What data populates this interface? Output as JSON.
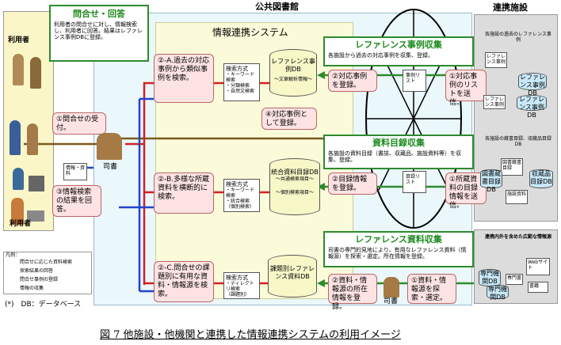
{
  "section_titles": {
    "user": "利用者",
    "library": "公共図書館",
    "partners": "連携施設",
    "system": "情報連携システム"
  },
  "inquiry_box": {
    "title": "問合せ・回答",
    "body": "利用者の問合せに対し、情報検索し、利用者に回答。結果はレファレンス事例DBに登録。"
  },
  "steps": {
    "s1": "①問合せの受付。",
    "s2a": "②-A.過去の対応事例から類似事例を検索。",
    "s2b": "②-B.多様な所蔵資料を横断的に検索。",
    "s2c": "②-C.問合せの課題別に有用な資料・情報源を検索。",
    "s3": "③情報検索の結果を回答。",
    "s4": "④対応事例として登録。"
  },
  "search_a": {
    "title": "検索方式",
    "items": [
      "・キーワード検索",
      "・分類検索",
      "・自然文検索"
    ]
  },
  "search_b": {
    "title": "検索方式",
    "items": [
      "・キーワード検索",
      "・統合検索",
      "（個別検索）"
    ]
  },
  "search_c": {
    "title": "検索方式",
    "items": [
      "・ディレクトリ検索",
      "（課題別）"
    ]
  },
  "dbs": {
    "ref": {
      "name": "レファレンス事例DB",
      "sub": "～文章解析情報～"
    },
    "catalog": {
      "name": "統合資料目録DB",
      "sub1": "～共通検索項目～",
      "sub2": "～個別検索項目～"
    },
    "topic": {
      "name": "課題別レファレンス資料DB"
    }
  },
  "collect": {
    "ref_title": "レファレンス事例収集",
    "ref_body": "各施設から過去の対応事例を収集、登録。",
    "ref_step_l": "②対応事例を登録。",
    "ref_step_r": "①対応事例のリストを送信。",
    "ref_doc": "事例リスト",
    "cat_title": "資料目録収集",
    "cat_body": "各施設の資料目録（書誌、収蔵品、施設資料等）を収集、登録。",
    "cat_step_l": "②目録情報を登録。",
    "cat_step_r": "①所蔵資料の目録情報を送信。",
    "cat_doc": "目録リスト",
    "res_title": "レファレンス資料収集",
    "res_body": "司書の専門的見地により、有用なレファレンス資料（情報源）を探索・選定。所在情報を登録。",
    "res_step_l": "②資料・情報源の所在情報を登録。",
    "res_step_r": "①資料・情報源を探索・選定。"
  },
  "persons": {
    "librarian": "司書",
    "librarian2": "司書",
    "docs": "情報・資料"
  },
  "partners": {
    "p1": "各施設の過去のレファレンス事例",
    "p1_docs": [
      "レファレンス事例",
      "レファレンス事例DB",
      "レファレンス事例",
      "レファレンス事例DB"
    ],
    "p2": "各施設の蔵書目録、収蔵品目録DB",
    "p2_docs": [
      "図書蔵書目録",
      "図書蔵書目録DB",
      "収蔵品目録DB",
      "施設資料"
    ],
    "p3": "連携内外を含めた広範な情報源",
    "p3_docs": [
      "専門機関DB",
      "専門書",
      "専門機関DB",
      "Webサイト",
      "書籍"
    ]
  },
  "legend": {
    "title": "凡例：",
    "items": [
      {
        "label": "問合せに応じた資料検索",
        "color": "#d42020"
      },
      {
        "label": "探索結果の回答",
        "color": "#2244cc"
      },
      {
        "label": "問合せ事例の登録",
        "color": "#7a5a1a"
      },
      {
        "label": "情報の収集",
        "color": "#2e8b2e"
      }
    ],
    "note": "(*)　DB：データベース"
  },
  "caption": "図 7 他施設・他機関と連携した情報連携システムの利用イメージ"
}
